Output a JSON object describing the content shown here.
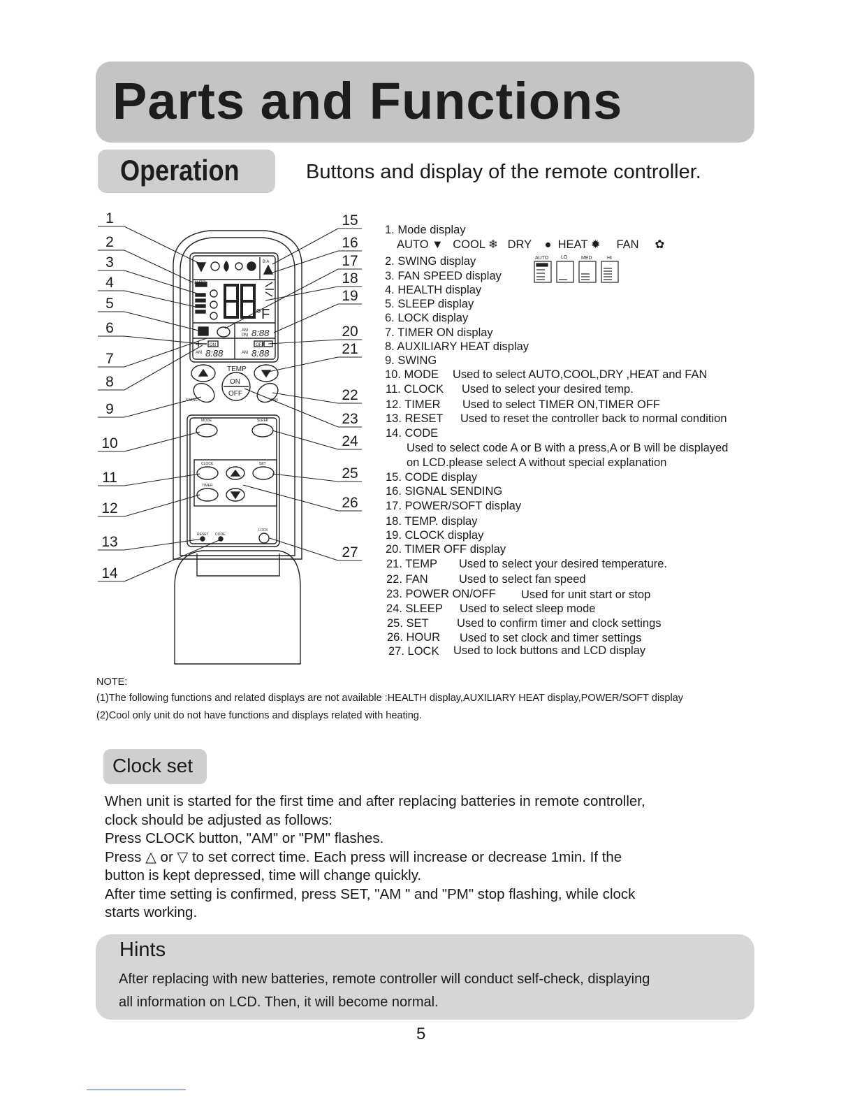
{
  "header": {
    "title": "Parts and Functions"
  },
  "operation": {
    "tag": "Operation",
    "subtitle": "Buttons and display of the remote controller."
  },
  "callouts": {
    "left": [
      "1",
      "2",
      "3",
      "4",
      "5",
      "6",
      "7",
      "8",
      "9",
      "10",
      "11",
      "12",
      "13",
      "14"
    ],
    "right": [
      "15",
      "16",
      "17",
      "18",
      "19",
      "20",
      "21",
      "22",
      "23",
      "24",
      "25",
      "26",
      "27"
    ]
  },
  "remote_labels": {
    "temp": "TEMP",
    "on": "ON",
    "off": "OFF",
    "swing": "SWING",
    "fan": "FAN",
    "mode": "MODE",
    "sleep": "SLEEP",
    "clock": "CLOCK",
    "set": "SET",
    "timer": "TIMER",
    "reset": "RESET",
    "code": "CODE",
    "lock": "LOCK",
    "lcd_auto": "AUTO",
    "lcd_digits": "88",
    "lcd_unit": "°F",
    "lcd_time": "8:88",
    "lcd_am": "AM",
    "lcd_pm": "PM",
    "lcd_on": "ON",
    "lcd_off": "OFF",
    "lcd_ab": "B A"
  },
  "functions": {
    "item1": "1. Mode display",
    "modes": [
      "AUTO",
      "COOL",
      "DRY",
      "HEAT",
      "FAN"
    ],
    "item2": "2. SWING display",
    "item3": "3. FAN SPEED display",
    "fan_speed_labels": [
      "AUTO",
      "LO",
      "MED",
      "HI"
    ],
    "item4": "4. HEALTH display",
    "item5": "5. SLEEP display",
    "item6": "6. LOCK display",
    "item7": "7. TIMER ON display",
    "item8": "8. AUXILIARY HEAT display",
    "item9": "9. SWING",
    "item10_name": "10. MODE",
    "item10_desc": "Used to select AUTO,COOL,DRY ,HEAT and FAN",
    "item11_name": "11. CLOCK",
    "item11_desc": "Used to select your desired temp.",
    "item12_name": "12. TIMER",
    "item12_desc": "Used to select TIMER ON,TIMER OFF",
    "item13_name": "13. RESET",
    "item13_desc": "Used to reset the controller back to  normal condition",
    "item14_name": "14. CODE",
    "item14_desc1": "Used to select code A or B with a press,A or B will be displayed",
    "item14_desc2": "on LCD.please  select A without special explanation",
    "item15": "15. CODE display",
    "item16": "16. SIGNAL SENDING",
    "item17": "17. POWER/SOFT display",
    "item18": "18. TEMP. display",
    "item19": "19. CLOCK display",
    "item20": "20. TIMER OFF display",
    "item21_name": "21. TEMP",
    "item21_desc": "Used to select your desired temperature.",
    "item22_name": "22. FAN",
    "item22_desc": "Used to select fan speed",
    "item23_name": "23. POWER ON/OFF",
    "item23_desc": "Used for unit start or stop",
    "item24_name": "24. SLEEP",
    "item24_desc": "Used to select sleep mode",
    "item25_name": "25. SET",
    "item25_desc": "Used to confirm timer and clock settings",
    "item26_name": "26. HOUR",
    "item26_desc": "Used to set clock and timer settings",
    "item27_name": "27. LOCK",
    "item27_desc": "Used to lock buttons and LCD display"
  },
  "note": {
    "title": "NOTE:",
    "line1": "(1)The following functions and related displays are not available :HEALTH display,AUXILIARY HEAT display,POWER/SOFT display",
    "line2": "(2)Cool only unit do not have functions and displays related with heating."
  },
  "clock_set": {
    "tag": "Clock set",
    "lines": [
      "When unit is started for the first time and after replacing batteries in remote controller,",
      "clock should be adjusted as follows:",
      "Press CLOCK button, \"AM\" or \"PM\" flashes.",
      "Press △ or ▽ to set correct time. Each press will increase or decrease 1min. If the",
      "button is kept depressed, time will change quickly.",
      "After time setting is confirmed, press SET, \"AM \" and \"PM\" stop flashing, while clock",
      "starts working."
    ]
  },
  "hints": {
    "title": "Hints",
    "line1": "After replacing with new batteries, remote controller will conduct self-check, displaying",
    "line2": "all information on LCD. Then, it will become normal."
  },
  "page_number": "5",
  "colors": {
    "title_bg": "#c4c4c4",
    "tag_bg": "#cfcfcf",
    "hints_bg": "#d6d6d6",
    "ink": "#1a1a1a"
  }
}
